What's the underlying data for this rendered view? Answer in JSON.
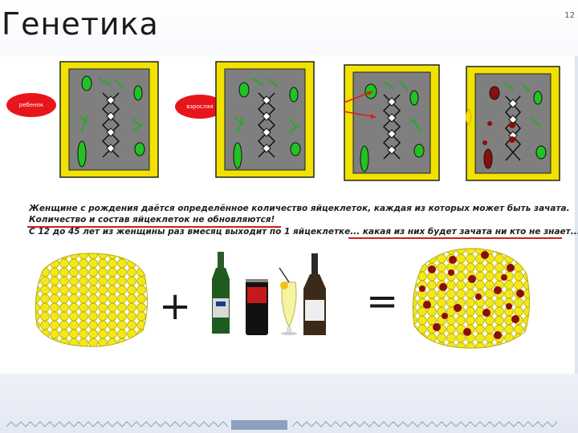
{
  "header": {
    "title": "Генетика",
    "page_number": "12"
  },
  "bubbles": [
    "ребенок",
    "взрослая"
  ],
  "notes": {
    "line1": "Женщине с рождения даётся определённое количество яйцеклеток, каждая из которых может быть зачата.",
    "line2": "Количество и состав яйцеклеток не обновляются!",
    "line3": "С 12 до 45 лет из женщины раз вмесяц выходит по 1 яйцеклетке... какая из них будет зачата ни кто не знает..."
  },
  "operators": {
    "plus": "+",
    "equals": "="
  },
  "colors": {
    "cell_border": "#f2e200",
    "cell_body": "#7f7f7f",
    "chromosome": "#2aa82a",
    "bubble": "#e8151b",
    "egg": "#f3e81a",
    "damaged": "#8b0d0d"
  }
}
